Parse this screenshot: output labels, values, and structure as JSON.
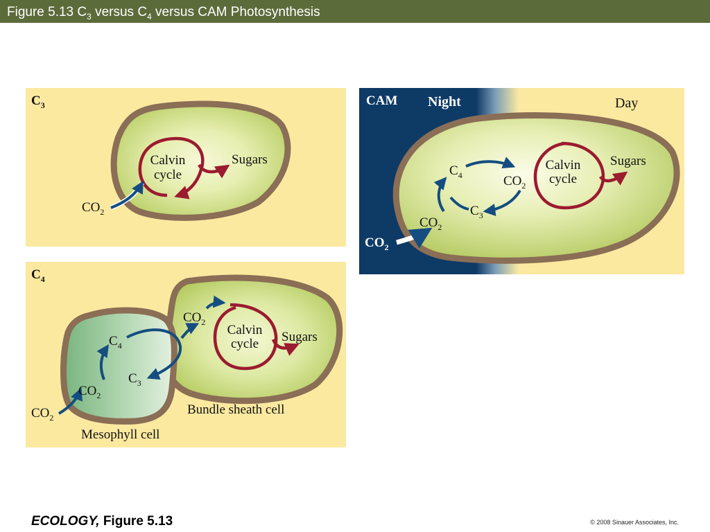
{
  "slide": {
    "title_prefix": "Figure 5.13  C",
    "title_sub1": "3",
    "title_mid": " versus C",
    "title_sub2": "4",
    "title_suffix": " versus CAM Photosynthesis",
    "footer_book": "ECOLOGY,",
    "footer_figure": " Figure 5.13",
    "copyright": "© 2008 Sinauer Associates, Inc."
  },
  "colors": {
    "title_bar": "#5c6b3a",
    "panel_bg": "#fbe9a0",
    "night_blue": "#0e3a66",
    "cell_wall": "#8a6e55",
    "chloroplast_green": "#c5d87a",
    "mesophyll_green": "#7dba86",
    "calvin_red": "#9b1b2f",
    "arrow_blue": "#154d80"
  },
  "c3": {
    "panel_label": "C",
    "panel_sub": "3",
    "calvin_line1": "Calvin",
    "calvin_line2": "cycle",
    "sugars": "Sugars",
    "co2": "CO",
    "co2_sub": "2"
  },
  "c4": {
    "panel_label": "C",
    "panel_sub": "4",
    "co2_outside": "CO",
    "co2_outside_sub": "2",
    "co2_meso": "CO",
    "co2_meso_sub": "2",
    "c4_label": "C",
    "c4_sub": "4",
    "c3_label": "C",
    "c3_sub": "3",
    "co2_bundle": "CO",
    "co2_bundle_sub": "2",
    "calvin_line1": "Calvin",
    "calvin_line2": "cycle",
    "sugars": "Sugars",
    "mesophyll_cell": "Mesophyll cell",
    "bundle_sheath_cell": "Bundle sheath cell"
  },
  "cam": {
    "panel_label": "CAM",
    "night": "Night",
    "day": "Day",
    "co2_outside": "CO",
    "co2_outside_sub": "2",
    "co2_inner": "CO",
    "co2_inner_sub": "2",
    "c4_label": "C",
    "c4_sub": "4",
    "c3_label": "C",
    "c3_sub": "3",
    "co2_release": "CO",
    "co2_release_sub": "2",
    "calvin_line1": "Calvin",
    "calvin_line2": "cycle",
    "sugars": "Sugars"
  }
}
